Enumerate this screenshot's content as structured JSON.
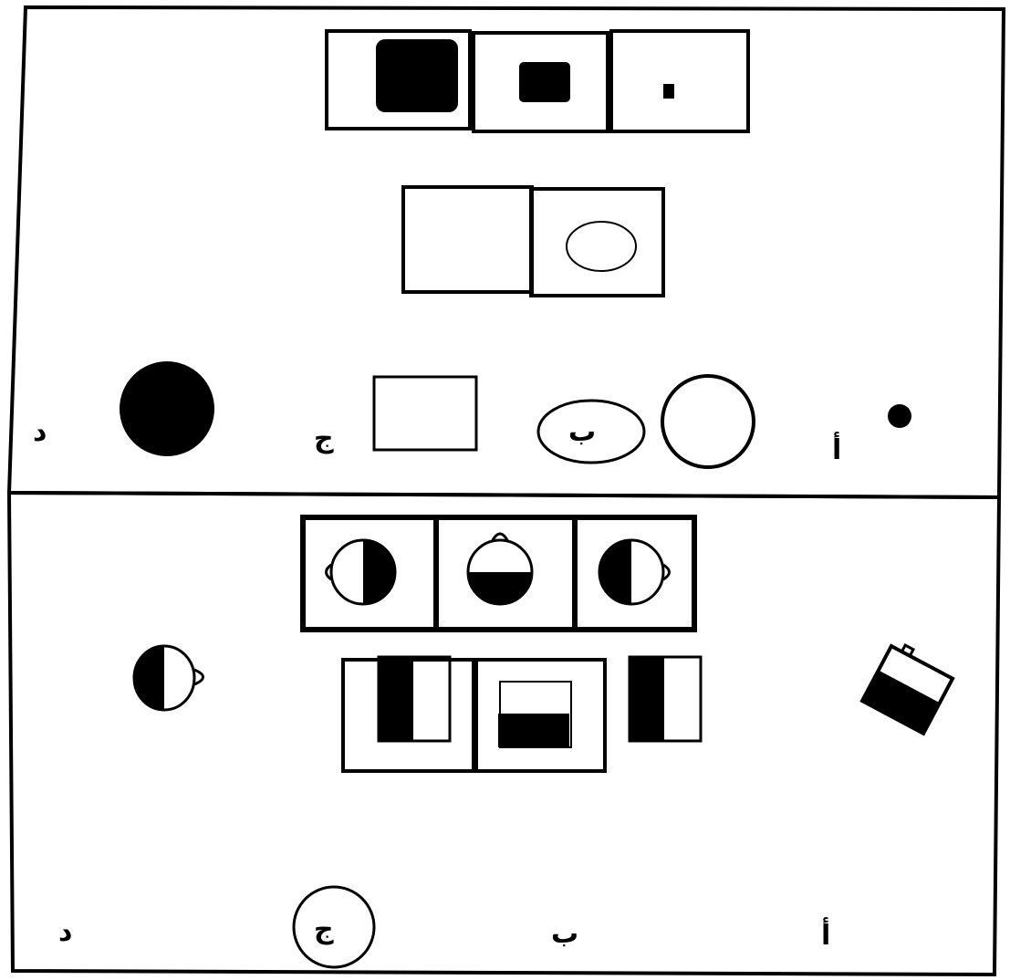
{
  "puzzles": [
    {
      "id": "puzzle-1",
      "options": [
        {
          "label": "أ",
          "shape": "small-black-dot"
        },
        {
          "label": "ب",
          "shape": "large-circle-outline"
        },
        {
          "label": "ج",
          "shape": "square-outline"
        },
        {
          "label": "د",
          "shape": "large-black-circle"
        }
      ]
    },
    {
      "id": "puzzle-2",
      "options": [
        {
          "label": "أ",
          "shape": "tilted-half-filled-box"
        },
        {
          "label": "ب",
          "shape": "half-black-rectangle"
        },
        {
          "label": "ج",
          "shape": "half-black-rectangle"
        },
        {
          "label": "د",
          "shape": "half-black-circle-with-tab"
        }
      ]
    }
  ]
}
